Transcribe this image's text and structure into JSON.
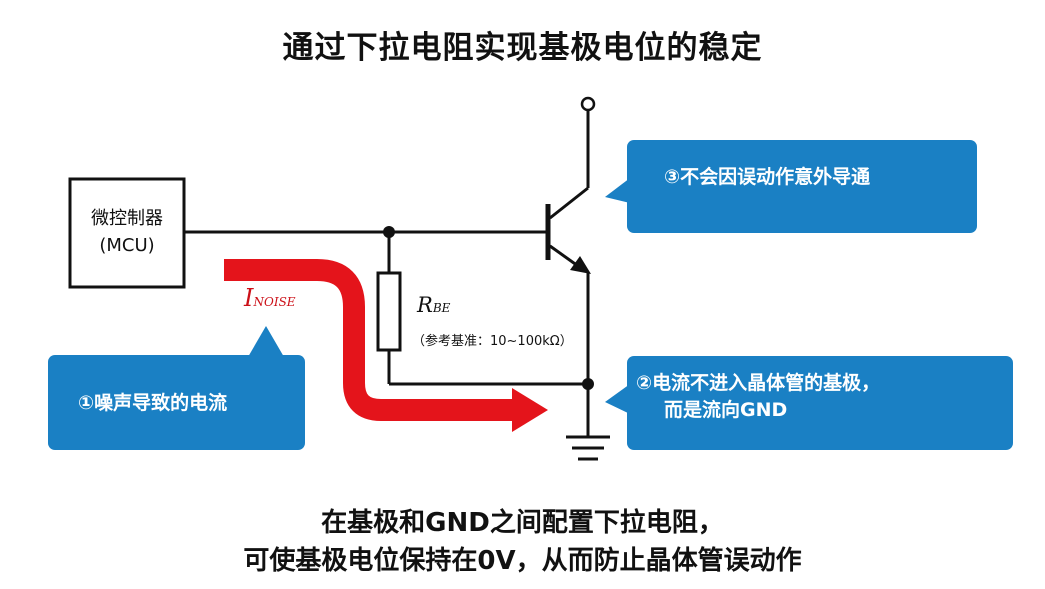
{
  "title": "通过下拉电阻实现基极电位的稳定",
  "mcu": {
    "line1": "微控制器",
    "line2": "(MCU)"
  },
  "noise_label": {
    "symbol": "I",
    "subscript": "NOISE"
  },
  "resistor_label": {
    "symbol": "R",
    "subscript": "BE",
    "reference": "（参考基准：10~100kΩ）"
  },
  "callouts": {
    "c1": "①噪声导致的电流",
    "c2_line1": "②电流不进入晶体管的基极，",
    "c2_line2": "而是流向GND",
    "c3": "③不会因误动作意外导通"
  },
  "footer": {
    "line1": "在基极和GND之间配置下拉电阻，",
    "line2": "可使基极电位保持在0V，从而防止晶体管误动作"
  },
  "colors": {
    "callout_bg": "#1a80c4",
    "noise_arrow": "#e4141b",
    "wire": "#111111"
  }
}
